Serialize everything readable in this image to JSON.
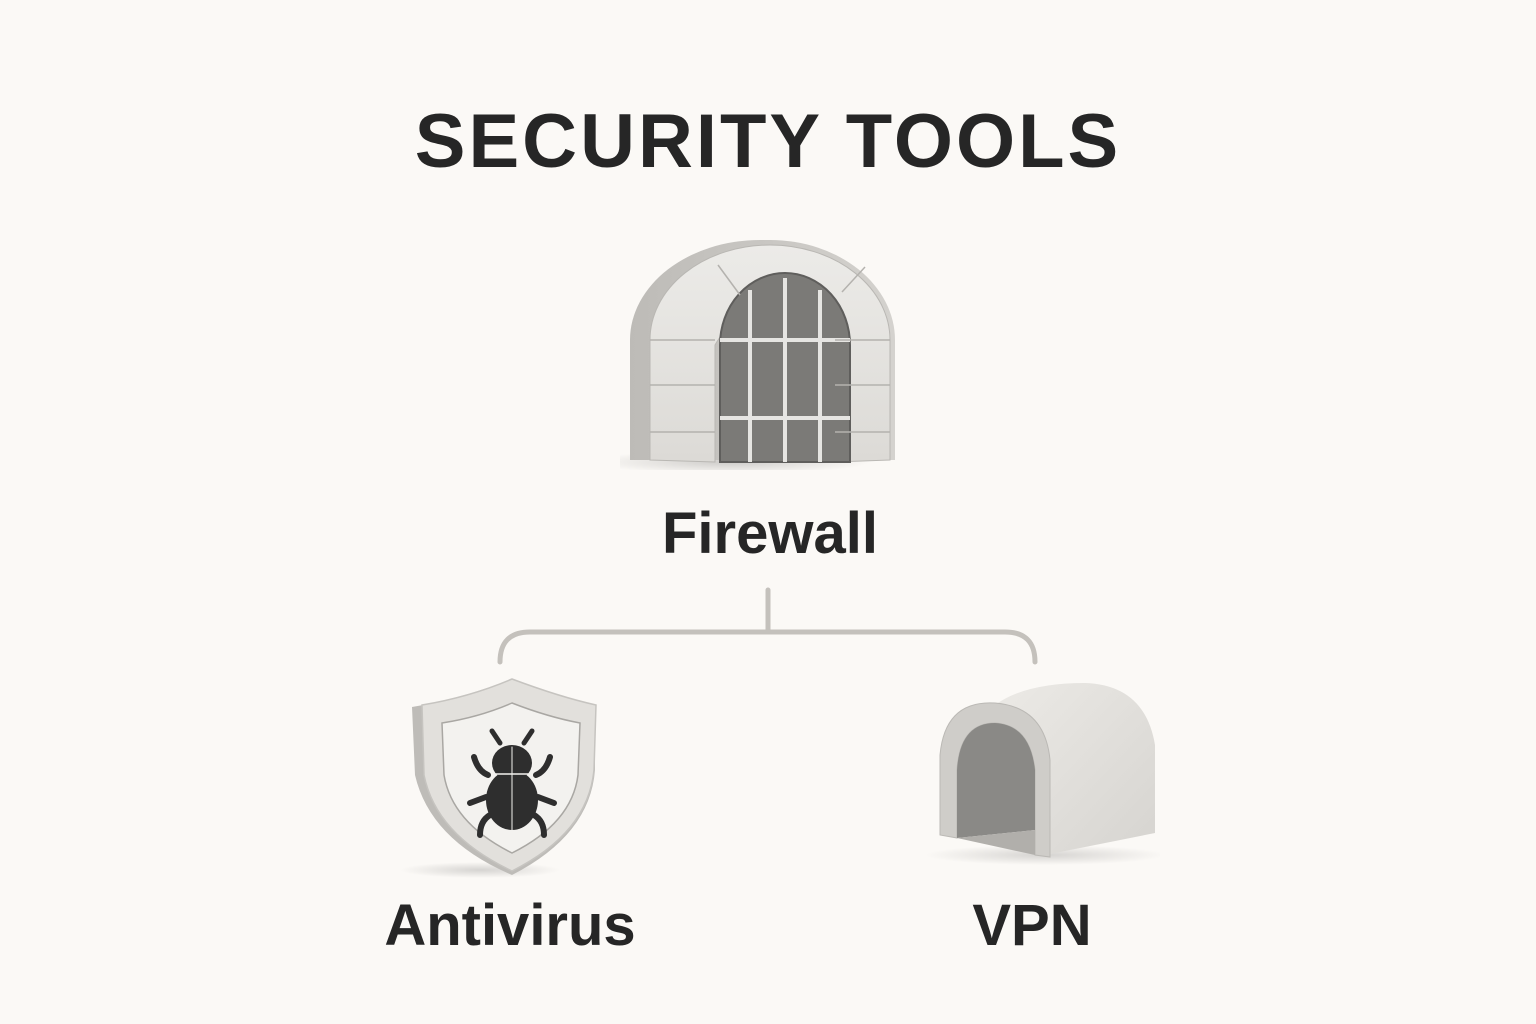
{
  "title": "SECURITY TOOLS",
  "nodes": {
    "root": {
      "label": "Firewall",
      "icon": "firewall-gate-icon"
    },
    "children": [
      {
        "label": "Antivirus",
        "icon": "shield-bug-icon"
      },
      {
        "label": "VPN",
        "icon": "tunnel-icon"
      }
    ]
  },
  "colors": {
    "background": "#fbf9f6",
    "text": "#262626",
    "connector": "#c4c1bc",
    "stone": "#e4e2de",
    "bars": "#7a7976"
  }
}
